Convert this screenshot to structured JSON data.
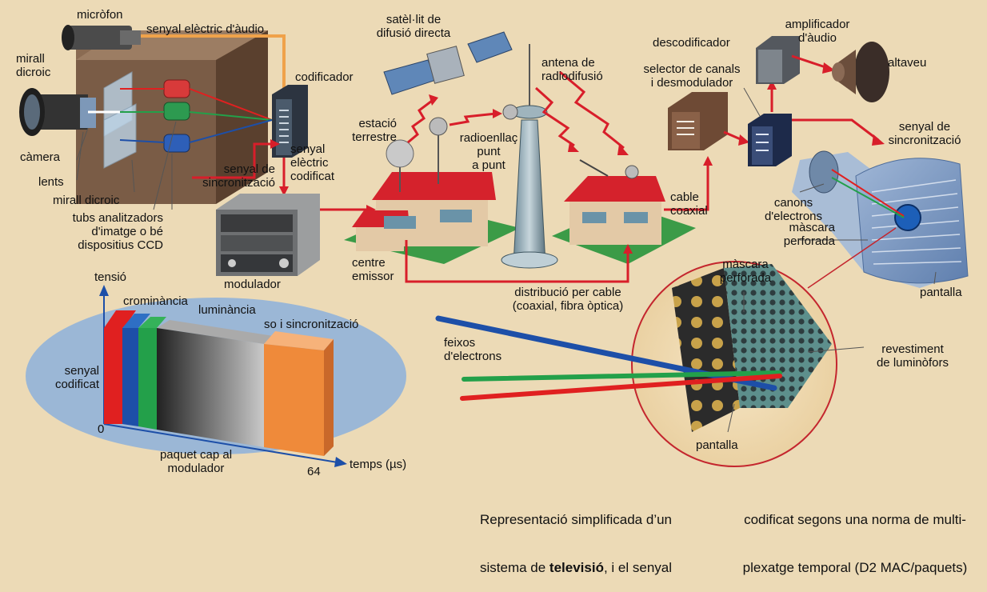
{
  "labels": {
    "microphone": "micròfon",
    "audio_signal": "senyal elèctric d'àudio",
    "dichroic_mirror_top": "mirall\ndicroic",
    "encoder": "codificador",
    "camera": "càmera",
    "lens": "lents",
    "dichroic_mirror_bottom": "mirall dicroic",
    "analyzer_tubes": "tubs analitzadors\nd'imatge o bé\ndispositius CCD",
    "sync_signal": "senyal de\nsincronització",
    "encoded_signal": "senyal\nelèctric\ncodificat",
    "modulator": "modulador",
    "satellite": "satèl·lit de\ndifusió directa",
    "antenna": "antena de\nradiodifusió",
    "ground_station": "estació\nterrestre",
    "radio_link": "radioenllaç\npunt\na punt",
    "broadcast_centre": "centre\nemissor",
    "coax_cable": "cable\ncoaxial",
    "cable_distribution": "distribució per cable\n(coaxial, fibra òptica)",
    "decoder": "descodificador",
    "audio_amp": "amplificador\nd'àudio",
    "speaker": "altaveu",
    "channel_selector": "selector de canals\ni desmodulador",
    "tv_sync_signal": "senyal de\nsincronització",
    "electron_guns": "canons\nd'electrons",
    "shadow_mask": "màscara\nperforada",
    "screen": "pantalla",
    "mask_zoom": "màscara\nperforada",
    "electron_beams": "feixos\nd'electrons",
    "phosphor_coating": "revestiment\nde luminòfors",
    "screen_zoom": "pantalla"
  },
  "packet": {
    "y_axis": "tensió",
    "x_axis": "temps (µs)",
    "encoded_signal": "senyal\ncodificat",
    "chrominance": "crominància",
    "luminance": "luminància",
    "sound_sync": "so i sincronització",
    "packet_label": "paquet cap al\nmodulador",
    "zero": "0",
    "end": "64",
    "colors": {
      "red": "#e02020",
      "blue": "#1d4fa8",
      "green": "#23a04a",
      "orange": "#ef8a3a",
      "signal_line": "#d81e2a",
      "audio_line": "#f0a24a"
    }
  },
  "caption": {
    "left_a": "Representació simplificada d’un",
    "left_b_pre": "sistema de ",
    "left_b_bold": "televisió",
    "left_b_post": ", i el senyal",
    "right_a": "codificat segons una norma de multi-",
    "right_b": "plexatge temporal (D2 MAC/paquets)"
  }
}
